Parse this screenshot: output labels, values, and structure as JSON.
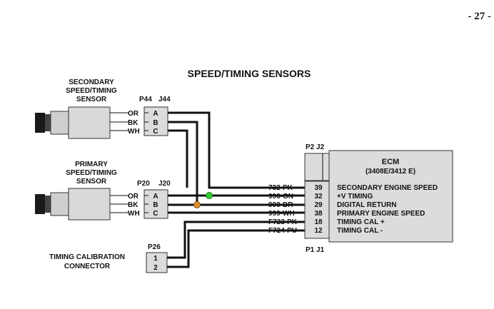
{
  "page_number": "- 27 -",
  "title": "SPEED/TIMING SENSORS",
  "colors": {
    "box_fill": "#dcdcdc",
    "sensor_fill": "#cfcfcf",
    "wire": "#111111",
    "splice_green": "#33cc33",
    "splice_orange": "#d98c2b"
  },
  "secondary_sensor": {
    "label_lines": [
      "SECONDARY",
      "SPEED/TIMING",
      "SENSOR"
    ],
    "plug": "P44",
    "jack": "J44",
    "pins": [
      {
        "color": "OR",
        "pin": "A"
      },
      {
        "color": "BK",
        "pin": "B"
      },
      {
        "color": "WH",
        "pin": "C"
      }
    ]
  },
  "primary_sensor": {
    "label_lines": [
      "PRIMARY",
      "SPEED/TIMING",
      "SENSOR"
    ],
    "plug": "P20",
    "jack": "J20",
    "pins": [
      {
        "color": "OR",
        "pin": "A"
      },
      {
        "color": "BK",
        "pin": "B"
      },
      {
        "color": "WH",
        "pin": "C"
      }
    ]
  },
  "timing_connector": {
    "label_lines": [
      "TIMING CALIBRATION",
      "CONNECTOR"
    ],
    "plug": "P26",
    "pins": [
      "1",
      "2"
    ]
  },
  "ecm": {
    "title": "ECM",
    "model": "(3408E/3412 E)",
    "top_connector": "P2  J2",
    "bottom_connector": "P1  J1",
    "rows": [
      {
        "wire": "732-PK",
        "pin": "39",
        "function": "SECONDARY ENGINE SPEED"
      },
      {
        "wire": "996-GN",
        "pin": "32",
        "function": "+V TIMING"
      },
      {
        "wire": "998-BR",
        "pin": "29",
        "function": "DIGITAL RETURN"
      },
      {
        "wire": "999-WH",
        "pin": "38",
        "function": "PRIMARY ENGINE SPEED"
      },
      {
        "wire": "F723-PK",
        "pin": "18",
        "function": "TIMING CAL +"
      },
      {
        "wire": "F724-PU",
        "pin": "12",
        "function": "TIMING CAL -"
      }
    ]
  }
}
